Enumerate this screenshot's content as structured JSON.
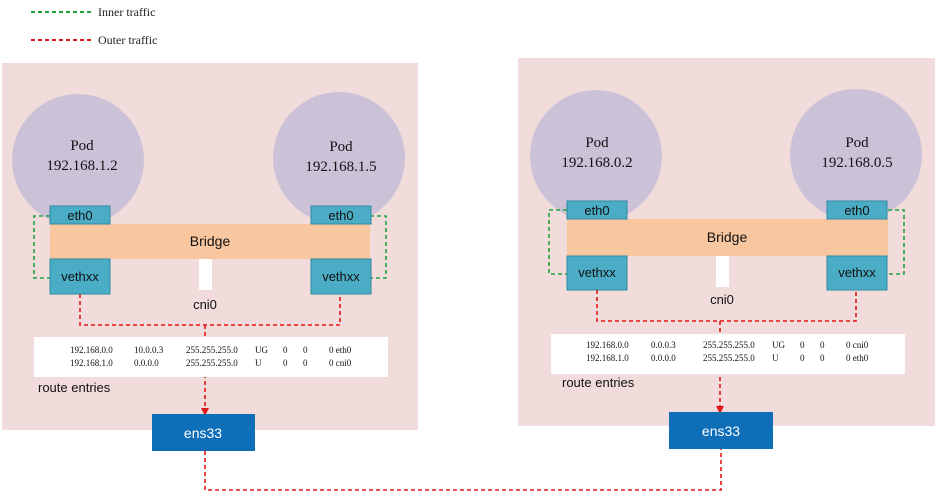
{
  "legend": {
    "inner_label": "Inner traffic",
    "outer_label": "Outer traffic",
    "inner_color": "#1fa53a",
    "outer_color": "#e01818"
  },
  "colors": {
    "host_bg": "#f1dcdb",
    "pod": "#cbc2d8",
    "bridge": "#f8c69f",
    "port": "#4bacc6",
    "port_border": "#2f8aa3",
    "ens": "#0e6fb8",
    "route_bg": "#ffffff"
  },
  "hosts": [
    {
      "pods": [
        {
          "title": "Pod",
          "ip": "192.168.1.2"
        },
        {
          "title": "Pod",
          "ip": "192.168.1.5"
        }
      ],
      "eth_labels": [
        "eth0",
        "eth0"
      ],
      "veth_labels": [
        "vethxx",
        "vethxx"
      ],
      "bridge_label": "Bridge",
      "cni_label": "cni0",
      "routes": [
        [
          "192.168.0.0",
          "10.0.0.3",
          "255.255.255.0",
          "UG",
          "0",
          "0",
          "0 eth0"
        ],
        [
          "192.168.1.0",
          "0.0.0.0",
          "255.255.255.0",
          "U",
          "0",
          "0",
          "0 cni0"
        ]
      ],
      "route_caption": "route entries",
      "nic_label": "ens33"
    },
    {
      "pods": [
        {
          "title": "Pod",
          "ip": "192.168.0.2"
        },
        {
          "title": "Pod",
          "ip": "192.168.0.5"
        }
      ],
      "eth_labels": [
        "eth0",
        "eth0"
      ],
      "veth_labels": [
        "vethxx",
        "vethxx"
      ],
      "bridge_label": "Bridge",
      "cni_label": "cni0",
      "routes": [
        [
          "192.168.0.0",
          "0.0.0.3",
          "255.255.255.0",
          "UG",
          "0",
          "0",
          "0 cni0"
        ],
        [
          "192.168.1.0",
          "0.0.0.0",
          "255.255.255.0",
          "U",
          "0",
          "0",
          "0 eth0"
        ]
      ],
      "route_caption": "route entries",
      "nic_label": "ens33"
    }
  ]
}
